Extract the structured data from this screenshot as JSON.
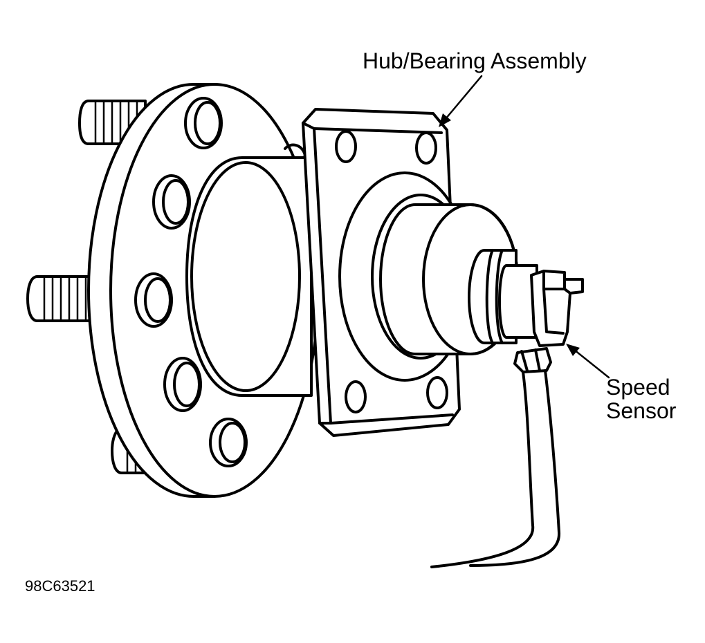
{
  "diagram": {
    "labels": {
      "hub_bearing_assembly": "Hub/Bearing Assembly",
      "speed_sensor_line1": "Speed",
      "speed_sensor_line2": "Sensor",
      "figure_code": "98C63521"
    },
    "colors": {
      "stroke": "#000000",
      "fill": "#ffffff"
    }
  }
}
